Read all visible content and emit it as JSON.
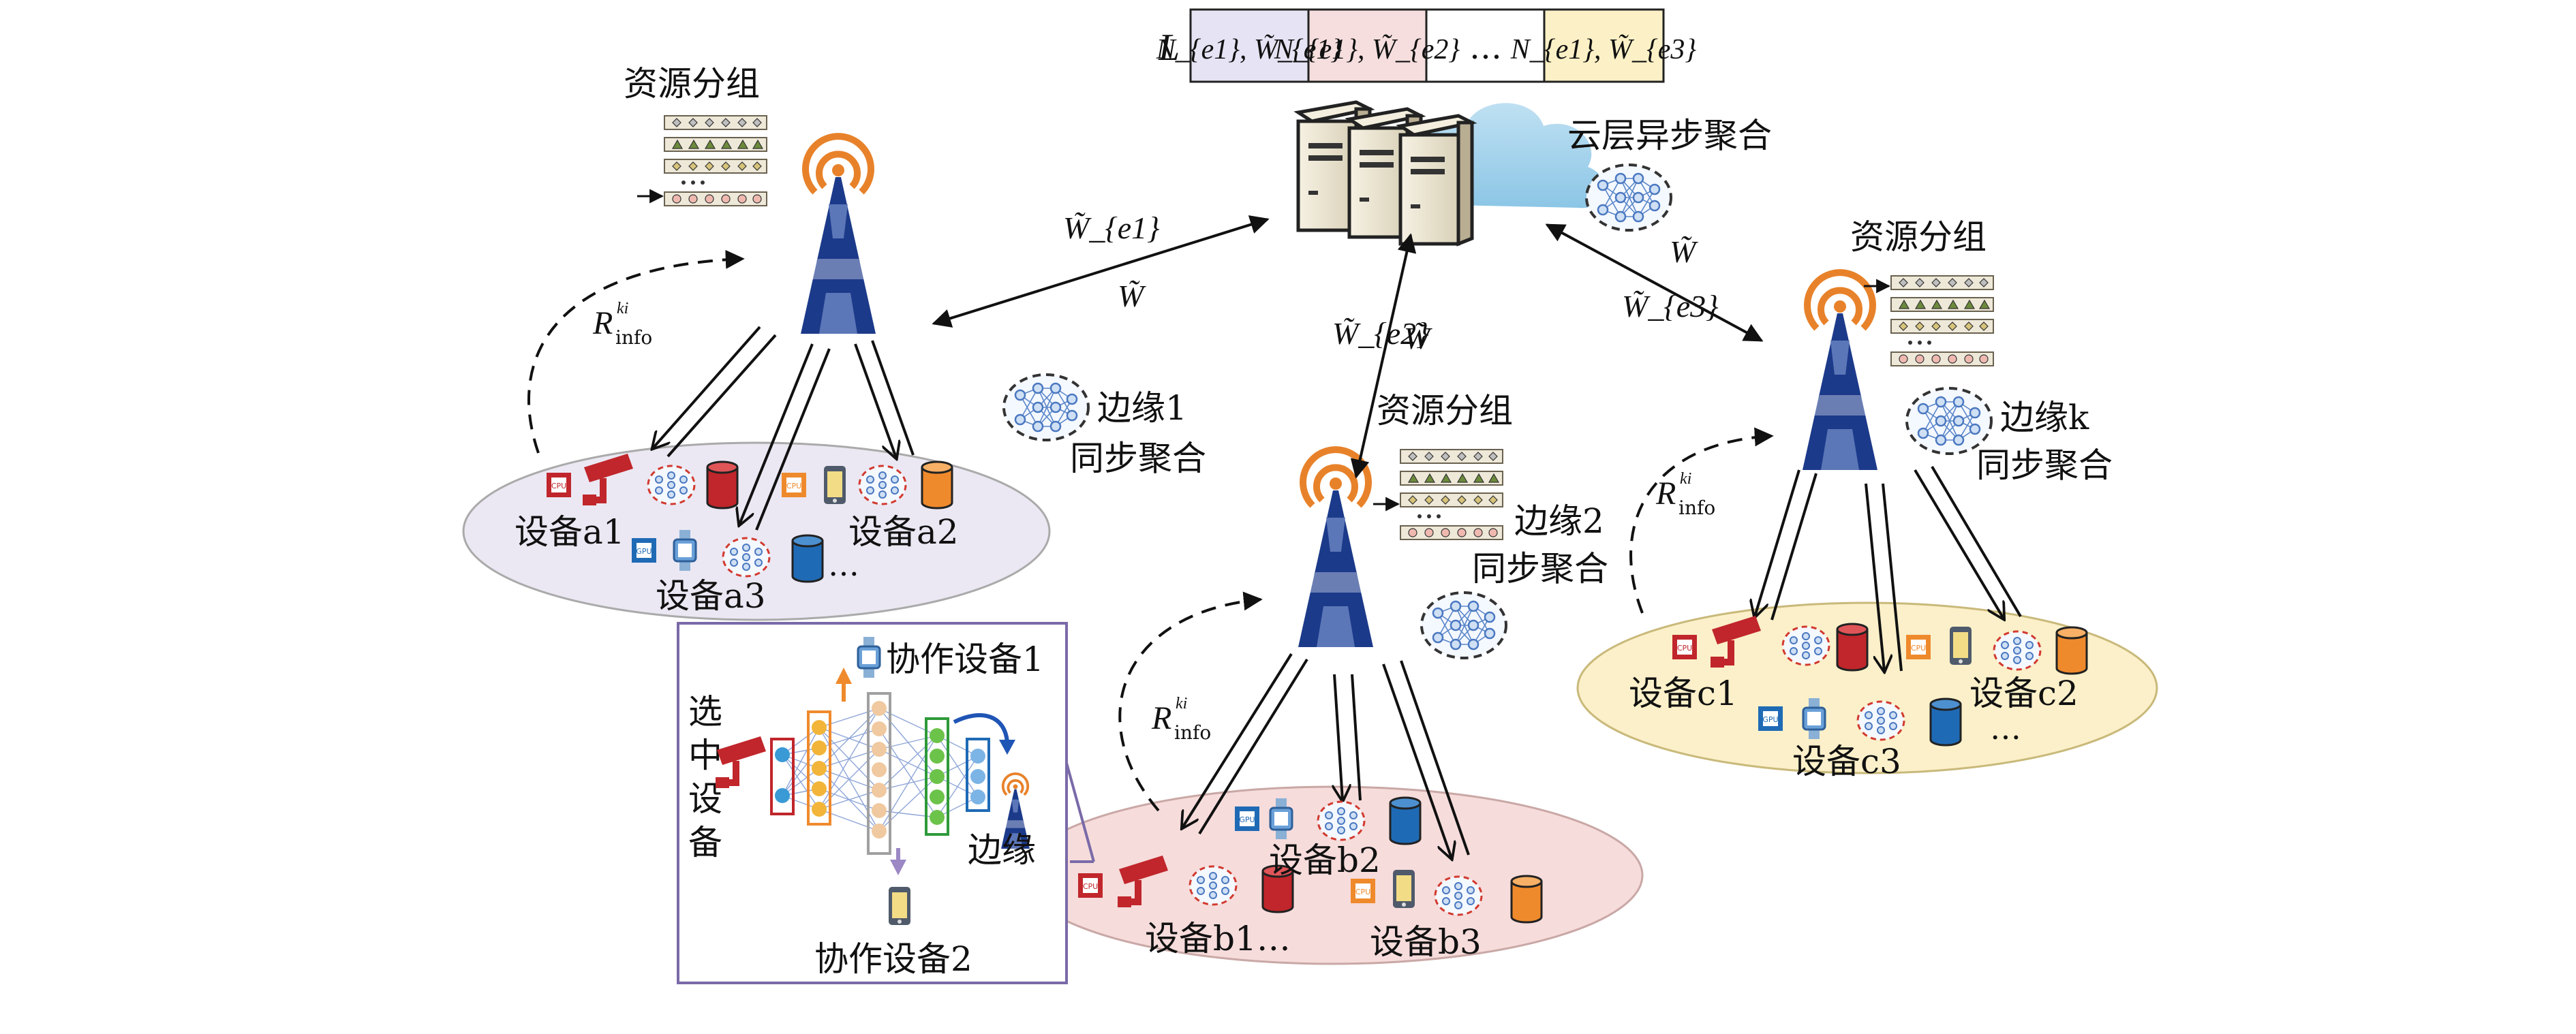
{
  "queue": {
    "L_label": "L",
    "cells": [
      {
        "text": "N_{e1}, W̃_{e1}",
        "color": "#e6e4f4"
      },
      {
        "text": "N_{e1}, W̃_{e2}",
        "color": "#f6dede"
      },
      {
        "text": "…",
        "color": "#ffffff"
      },
      {
        "text": "N_{e1}, W̃_{e3}",
        "color": "#fcf1c6"
      }
    ]
  },
  "cloud": {
    "label": "云层异步聚合"
  },
  "edges": {
    "left": {
      "group_label": "资源分组",
      "agg_label_1": "边缘1",
      "agg_label_2": "同步聚合",
      "rinfo": "R"
    },
    "middle": {
      "group_label": "资源分组",
      "agg_label_1": "边缘2",
      "agg_label_2": "同步聚合",
      "rinfo": "R"
    },
    "right": {
      "group_label": "资源分组",
      "agg_label_1": "边缘k",
      "agg_label_2": "同步聚合",
      "rinfo": "R"
    }
  },
  "links": {
    "left_up": "W̃_{e1}",
    "left_down": "W̃",
    "mid_up": "W̃_{e2}",
    "mid_down": "W̃",
    "right_up": "W̃_{e3}",
    "right_down": "W̃"
  },
  "clusters": {
    "a": {
      "devices": [
        "设备a1",
        "设备a2",
        "设备a3"
      ],
      "ellipsis": "…",
      "color": "#ebe8f3"
    },
    "b": {
      "devices": [
        "设备b1…",
        "设备b2",
        "设备b3"
      ],
      "color": "#f6dcdb"
    },
    "c": {
      "devices": [
        "设备c1",
        "设备c2",
        "设备c3"
      ],
      "ellipsis": "…",
      "color": "#fbf0c9"
    }
  },
  "inset": {
    "selected_device": [
      "选",
      "中",
      "设",
      "备"
    ],
    "coop1": "协作设备1",
    "coop2": "协作设备2",
    "edge": "边缘"
  },
  "colors": {
    "inset_border": "#7a6aa8",
    "tower_body": "#1c3a8a",
    "tower_signal": "#e8822a",
    "dev_red": "#c0262b",
    "dev_orange": "#ef8a2c",
    "dev_blue": "#1f6ab5"
  }
}
